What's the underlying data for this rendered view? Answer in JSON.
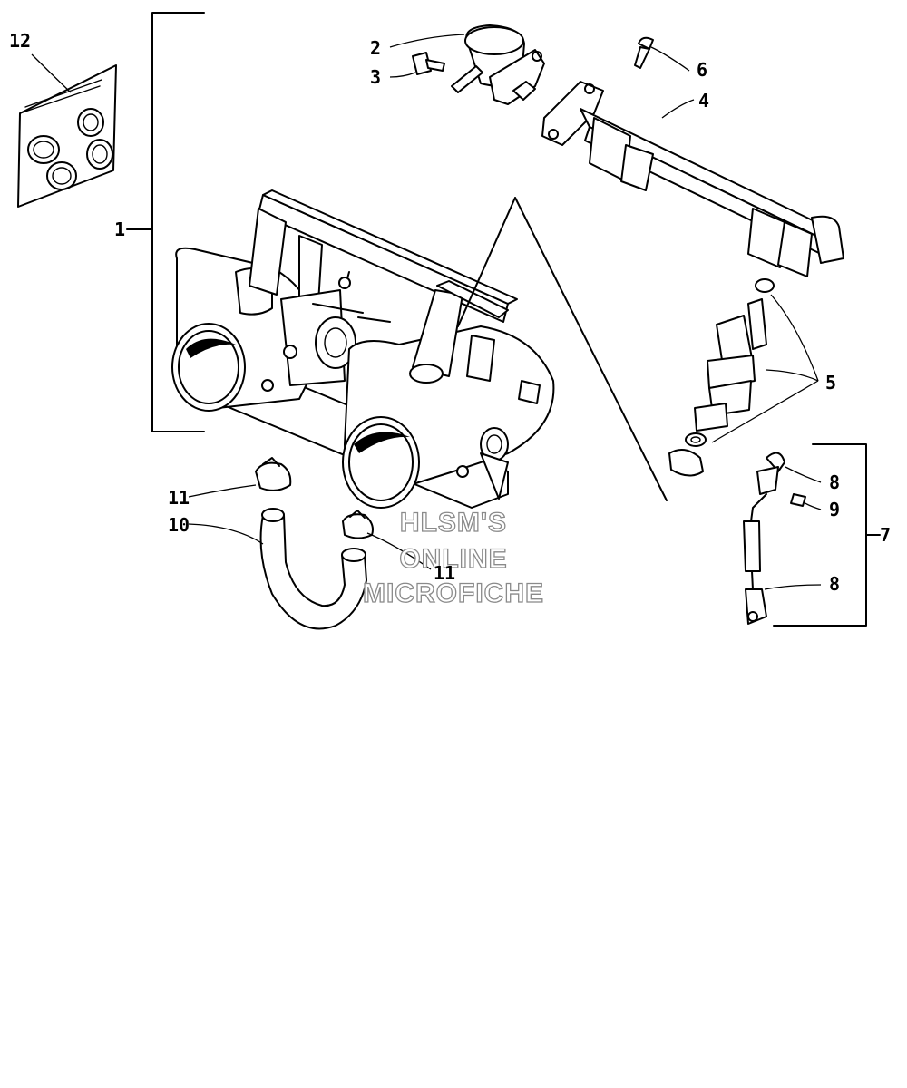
{
  "callouts": {
    "c1": "1",
    "c2": "2",
    "c3": "3",
    "c4": "4",
    "c5": "5",
    "c6": "6",
    "c7": "7",
    "c8a": "8",
    "c8b": "8",
    "c9": "9",
    "c10": "10",
    "c11a": "11",
    "c11b": "11",
    "c12": "12"
  },
  "watermark": {
    "line1": "HLSM'S",
    "line2": "ONLINE",
    "line3": "MICROFICHE",
    "color": "#8a8a8a"
  }
}
